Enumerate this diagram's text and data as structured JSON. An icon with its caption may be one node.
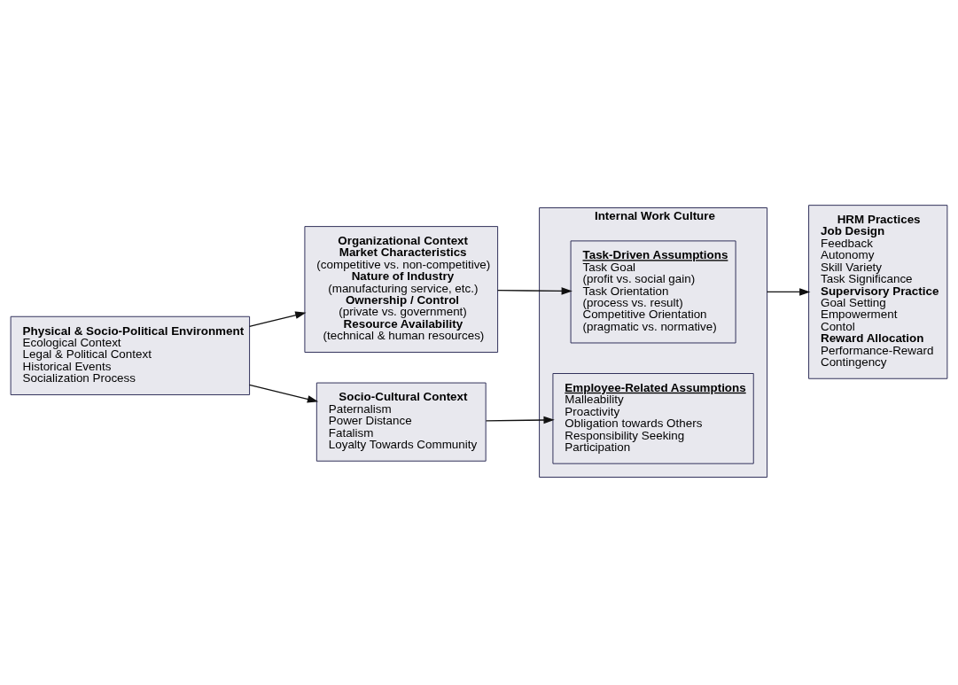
{
  "diagram": {
    "nodes": [
      {
        "text": [
          "Physical & Socio-Political Environment",
          "Ecological Context",
          "Legal & Political Context",
          "Historical Events",
          "Socialization Process"
        ]
      },
      {
        "text": [
          "Organizational Context",
          "Market Characteristics",
          "(competitive vs. non-competitive)",
          "Nature of Industry",
          "(manufacturing service, etc.)",
          "Ownership / Control",
          "(private vs. government)",
          "Resource Availability",
          "(technical & human resources)"
        ]
      },
      {
        "text": [
          "Socio-Cultural Context",
          "Paternalism",
          "Power Distance",
          "Fatalism",
          "Loyalty Towards Community"
        ]
      },
      {
        "text": [
          "Internal Work Culture"
        ]
      },
      {
        "text": [
          "Task-Driven Assumptions",
          "Task Goal",
          "(profit vs. social gain)",
          "Task Orientation",
          "(process vs. result)",
          "Competitive Orientation",
          "(pragmatic vs. normative)"
        ],
        "in": 3
      },
      {
        "text": [
          "Employee-Related Assumptions",
          "Malleability",
          "Proactivity",
          "Obligation towards Others",
          "Responsibility Seeking",
          "Participation"
        ],
        "in": 3
      },
      {
        "text": [
          "HRM Practices",
          "Job Design",
          "Feedback",
          "Autonomy",
          "Skill Variety",
          "Task Significance",
          "Supervisory Practice",
          "Goal Setting",
          "Empowerment",
          "Contol",
          "Reward Allocation",
          "Performance-Reward",
          "Contingency"
        ]
      }
    ],
    "edges": [
      {
        "from": 0,
        "to": 1,
        "arrow": "to"
      },
      {
        "from": 0,
        "to": 2,
        "arrow": "to"
      },
      {
        "from": 1,
        "to": 4,
        "arrow": "to"
      },
      {
        "from": 2,
        "to": 5,
        "arrow": "to"
      },
      {
        "from": 3,
        "to": 6,
        "arrow": "to"
      }
    ]
  }
}
